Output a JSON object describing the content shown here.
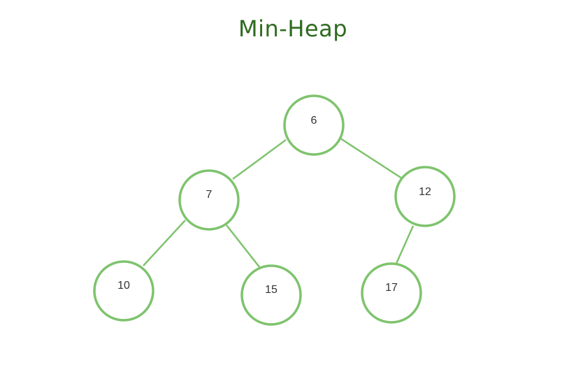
{
  "title": "Min-Heap",
  "colors": {
    "title": "#2e6b1f",
    "node_stroke": "#7ec36d",
    "edge": "#7ec36d",
    "label": "#333333"
  },
  "nodes": [
    {
      "id": "n6",
      "label": "6"
    },
    {
      "id": "n7",
      "label": "7"
    },
    {
      "id": "n12",
      "label": "12"
    },
    {
      "id": "n10",
      "label": "10"
    },
    {
      "id": "n15",
      "label": "15"
    },
    {
      "id": "n17",
      "label": "17"
    }
  ],
  "edges": [
    {
      "from": "n6",
      "to": "n7"
    },
    {
      "from": "n6",
      "to": "n12"
    },
    {
      "from": "n7",
      "to": "n10"
    },
    {
      "from": "n7",
      "to": "n15"
    },
    {
      "from": "n12",
      "to": "n17"
    }
  ]
}
